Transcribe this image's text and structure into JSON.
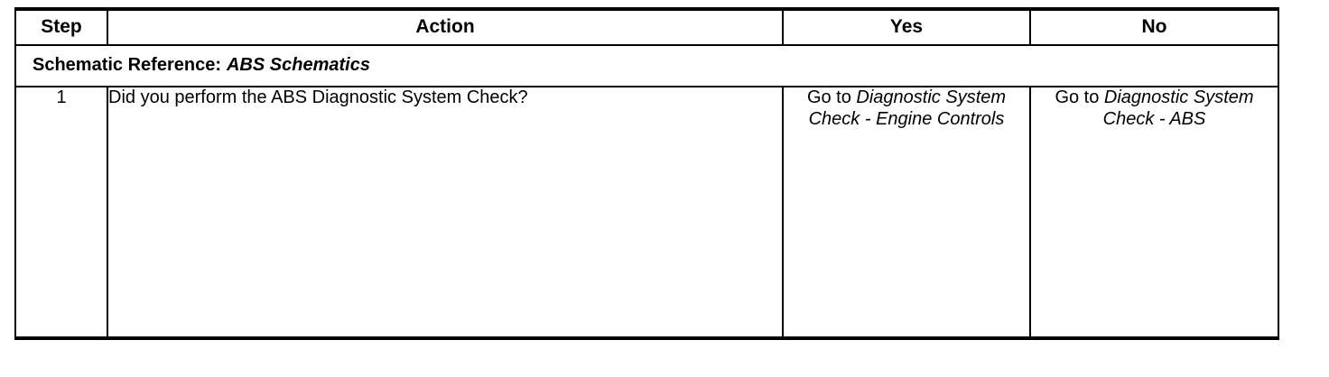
{
  "document": {
    "type": "diagnostic-procedure-table",
    "background_color": "#ffffff",
    "text_color": "#000000",
    "border_color": "#000000"
  },
  "table": {
    "headers": {
      "step": "Step",
      "action": "Action",
      "yes": "Yes",
      "no": "No"
    },
    "schematic_reference": {
      "label": "Schematic Reference:",
      "value": "ABS Schematics"
    },
    "rows": [
      {
        "step": "1",
        "action": "Did you perform the ABS Diagnostic System Check?",
        "yes": {
          "lead": "Go to",
          "target": "Diagnostic System Check - Engine Controls"
        },
        "no": {
          "lead": "Go to",
          "target": "Diagnostic System Check - ABS"
        }
      }
    ]
  }
}
